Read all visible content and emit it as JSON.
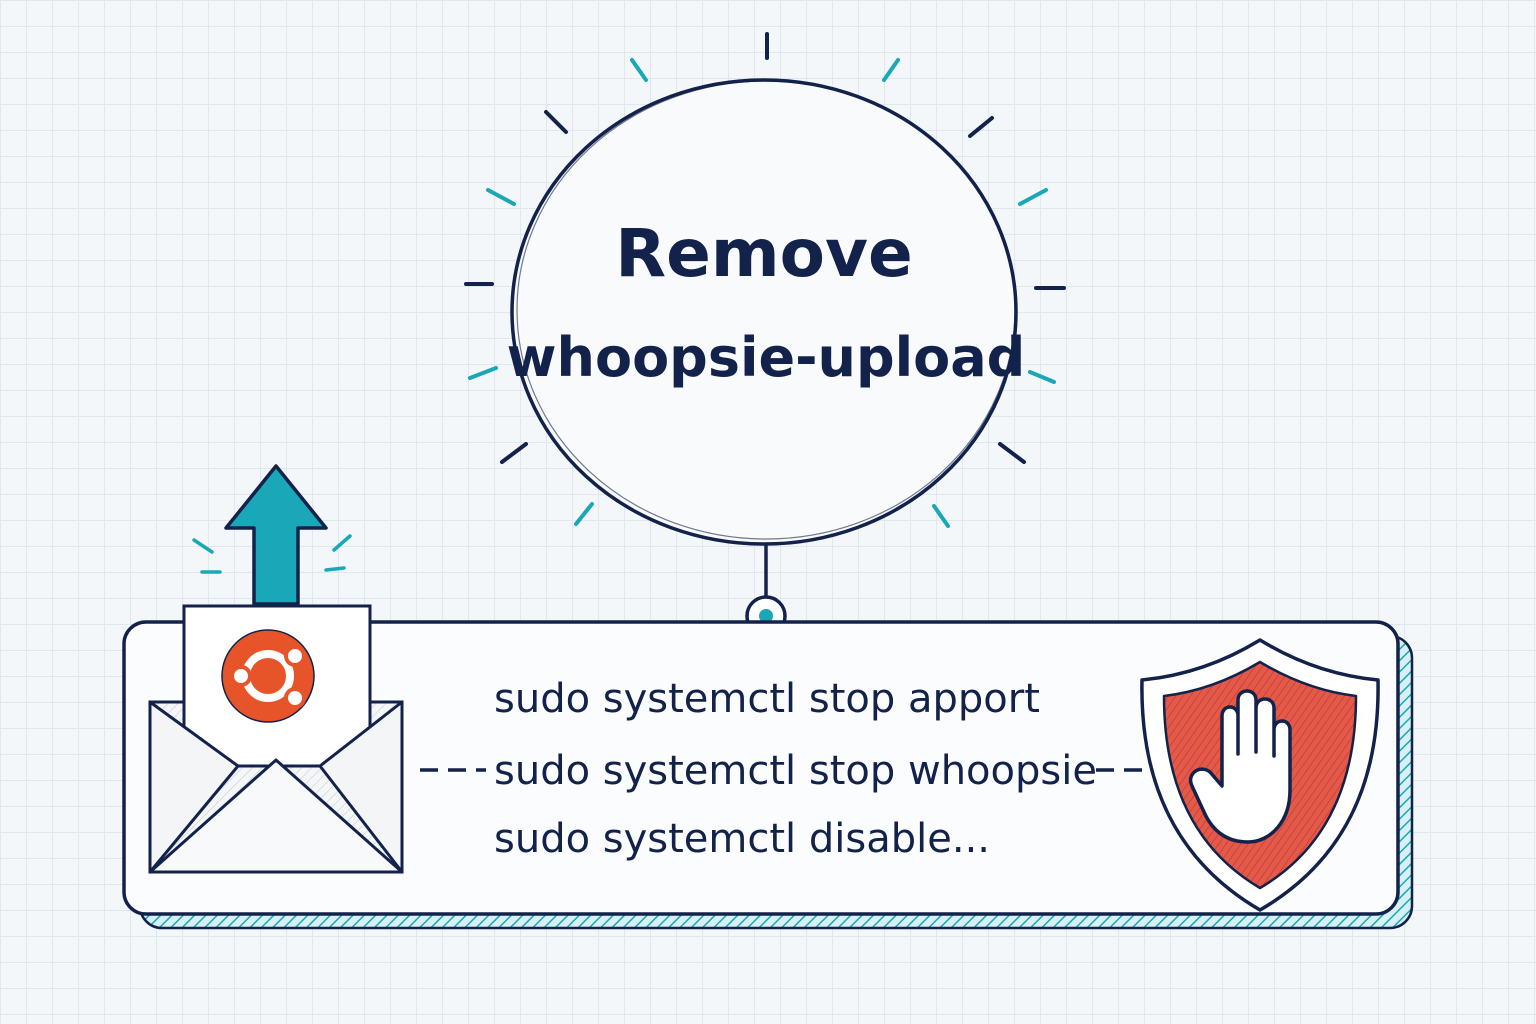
{
  "title": {
    "line1": "Remove",
    "line2": "whoopsie-upload"
  },
  "commands": [
    "sudo systemctl stop apport",
    "sudo systemctl stop whoopsie",
    "sudo systemctl disable..."
  ],
  "icons": {
    "left": "envelope-with-ubuntu-logo-icon",
    "upload": "upload-arrow-icon",
    "right": "shield-stop-hand-icon"
  },
  "colors": {
    "ink": "#13224a",
    "accent": "#1aa7b8",
    "ubuntu_orange": "#e8542a",
    "shield_red": "#de4a3c"
  }
}
